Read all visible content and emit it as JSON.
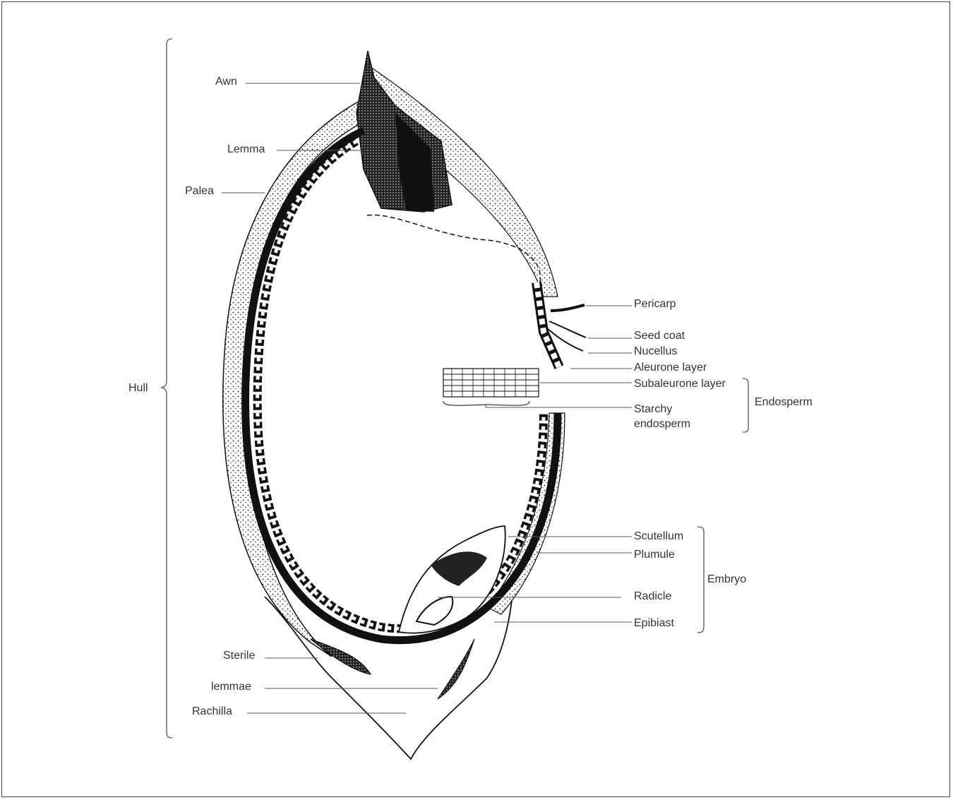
{
  "colors": {
    "ink": "#111111",
    "leader": "#555555",
    "label": "#333333",
    "frame": "#444444"
  },
  "labels": {
    "awn": "Awn",
    "lemma": "Lemma",
    "palea": "Palea",
    "hull": "Hull",
    "pericarp": "Pericarp",
    "seed_coat": "Seed coat",
    "nucellus": "Nucellus",
    "aleurone_layer": "Aleurone layer",
    "subaleurone_layer": "Subaleurone layer",
    "starchy_endosperm": "Starchy endosperm",
    "endosperm": "Endosperm",
    "scutellum": "Scutellum",
    "plumule": "Plumule",
    "radicle": "Radicle",
    "epibiast": "Epibiast",
    "embryo": "Embryo",
    "sterile": "Sterile",
    "lemmae": "lemmae",
    "rachilla": "Rachilla"
  }
}
